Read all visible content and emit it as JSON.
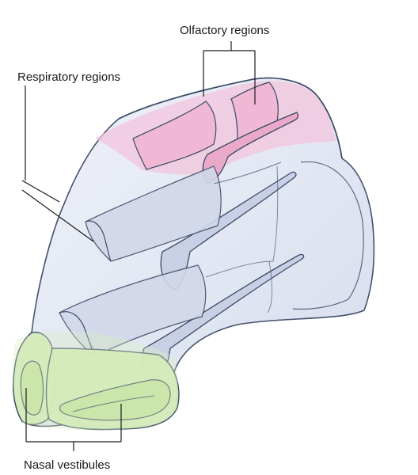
{
  "labels": {
    "olfactory": "Olfactory regions",
    "respiratory": "Respiratory regions",
    "vestibules": "Nasal vestibules"
  },
  "colors": {
    "outline": "#3a4a66",
    "body_fill": "#dfe4f2",
    "concha_fill": "#c9d0e6",
    "olfactory_fill": "#f3c4dc",
    "vestibule_fill": "#d3ebb6",
    "leader": "#1a1a1a"
  }
}
